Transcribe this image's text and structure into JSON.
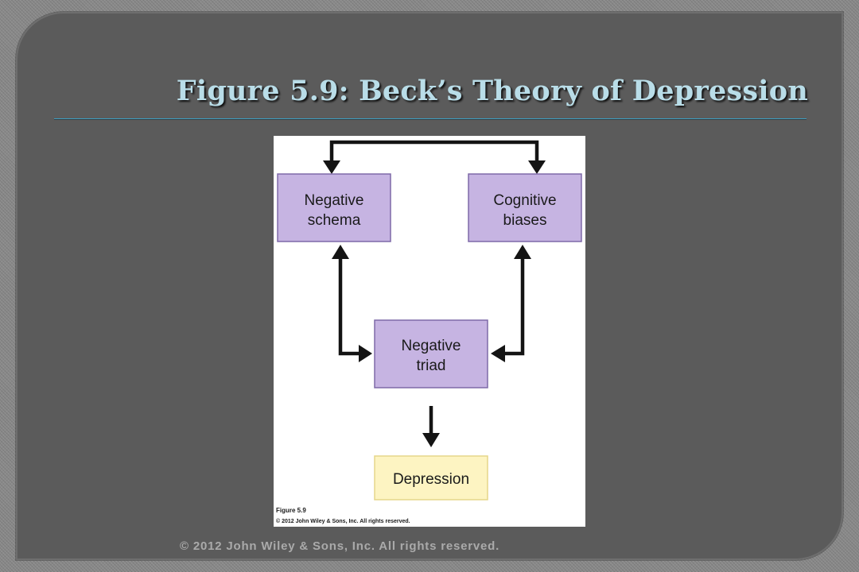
{
  "slide": {
    "title": "Figure 5.9: Beck’s Theory of Depression",
    "footer": "© 2012 John Wiley & Sons, Inc. All rights reserved."
  },
  "figure": {
    "nodes": {
      "negative_schema": [
        "Negative",
        "schema"
      ],
      "cognitive_biases": [
        "Cognitive",
        "biases"
      ],
      "negative_triad": [
        "Negative",
        "triad"
      ],
      "depression": [
        "Depression"
      ]
    },
    "caption": {
      "label": "Figure 5.9",
      "copyright": "© 2012 John Wiley & Sons, Inc. All rights reserved."
    },
    "edges": [
      {
        "from": "negative_schema",
        "to": "cognitive_biases",
        "type": "bidirectional"
      },
      {
        "from": "negative_schema",
        "to": "negative_triad",
        "type": "bidirectional"
      },
      {
        "from": "cognitive_biases",
        "to": "negative_triad",
        "type": "bidirectional"
      },
      {
        "from": "negative_triad",
        "to": "depression",
        "type": "directed"
      }
    ],
    "colors": {
      "node_fill": "#c6b4e2",
      "outcome_fill": "#fdf4c2",
      "arrow": "#141414"
    }
  }
}
